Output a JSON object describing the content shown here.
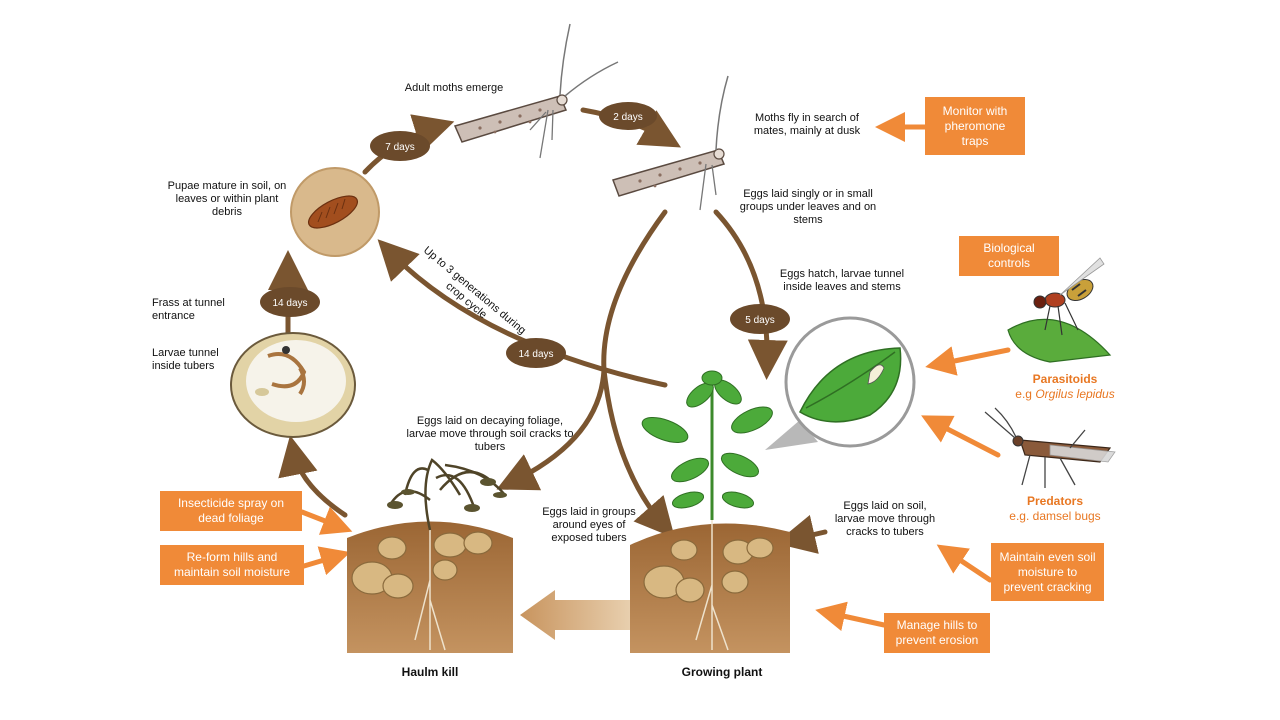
{
  "stages": {
    "adult_moths_emerge": "Adult moths emerge",
    "moths_fly": "Moths fly in search of mates, mainly at dusk",
    "eggs_laid_singly": "Eggs laid singly or in small groups under leaves and on stems",
    "eggs_hatch": "Eggs hatch, larvae tunnel inside leaves and stems",
    "pupae_mature": "Pupae mature in soil, on leaves or within plant debris",
    "frass": "Frass at tunnel entrance",
    "larvae_tunnel": "Larvae tunnel inside tubers",
    "eggs_decaying": "Eggs laid on decaying foliage, larvae move through soil cracks to tubers",
    "eggs_groups": "Eggs laid in groups around eyes of exposed tubers",
    "eggs_soil": "Eggs laid on soil, larvae move through cracks to tubers",
    "haulm_kill": "Haulm kill",
    "growing_plant": "Growing plant",
    "generations": "Up to 3 generations during crop cycle"
  },
  "durations": {
    "d7": "7 days",
    "d2": "2 days",
    "d14_pupa": "14 days",
    "d5": "5 days",
    "d14_cycle": "14 days"
  },
  "controls": {
    "pheromone": "Monitor with pheromone traps",
    "biological": "Biological controls",
    "insecticide": "Insecticide spray on dead foliage",
    "reform_hills": "Re-form hills and maintain soil moisture",
    "soil_moisture": "Maintain even soil moisture to prevent cracking",
    "manage_hills": "Manage hills to prevent erosion"
  },
  "agents": {
    "parasitoids_title": "Parasitoids",
    "parasitoids_prefix": "e.g",
    "parasitoids_species": "Orgilus lepidus",
    "predators_title": "Predators",
    "predators_sub": "e.g. damsel bugs"
  },
  "colors": {
    "brown_arrow": "#7a5530",
    "pill": "#6b4a2b",
    "orange": "#f08a38",
    "soil": "#a9743f",
    "leaf": "#4caa3a"
  }
}
